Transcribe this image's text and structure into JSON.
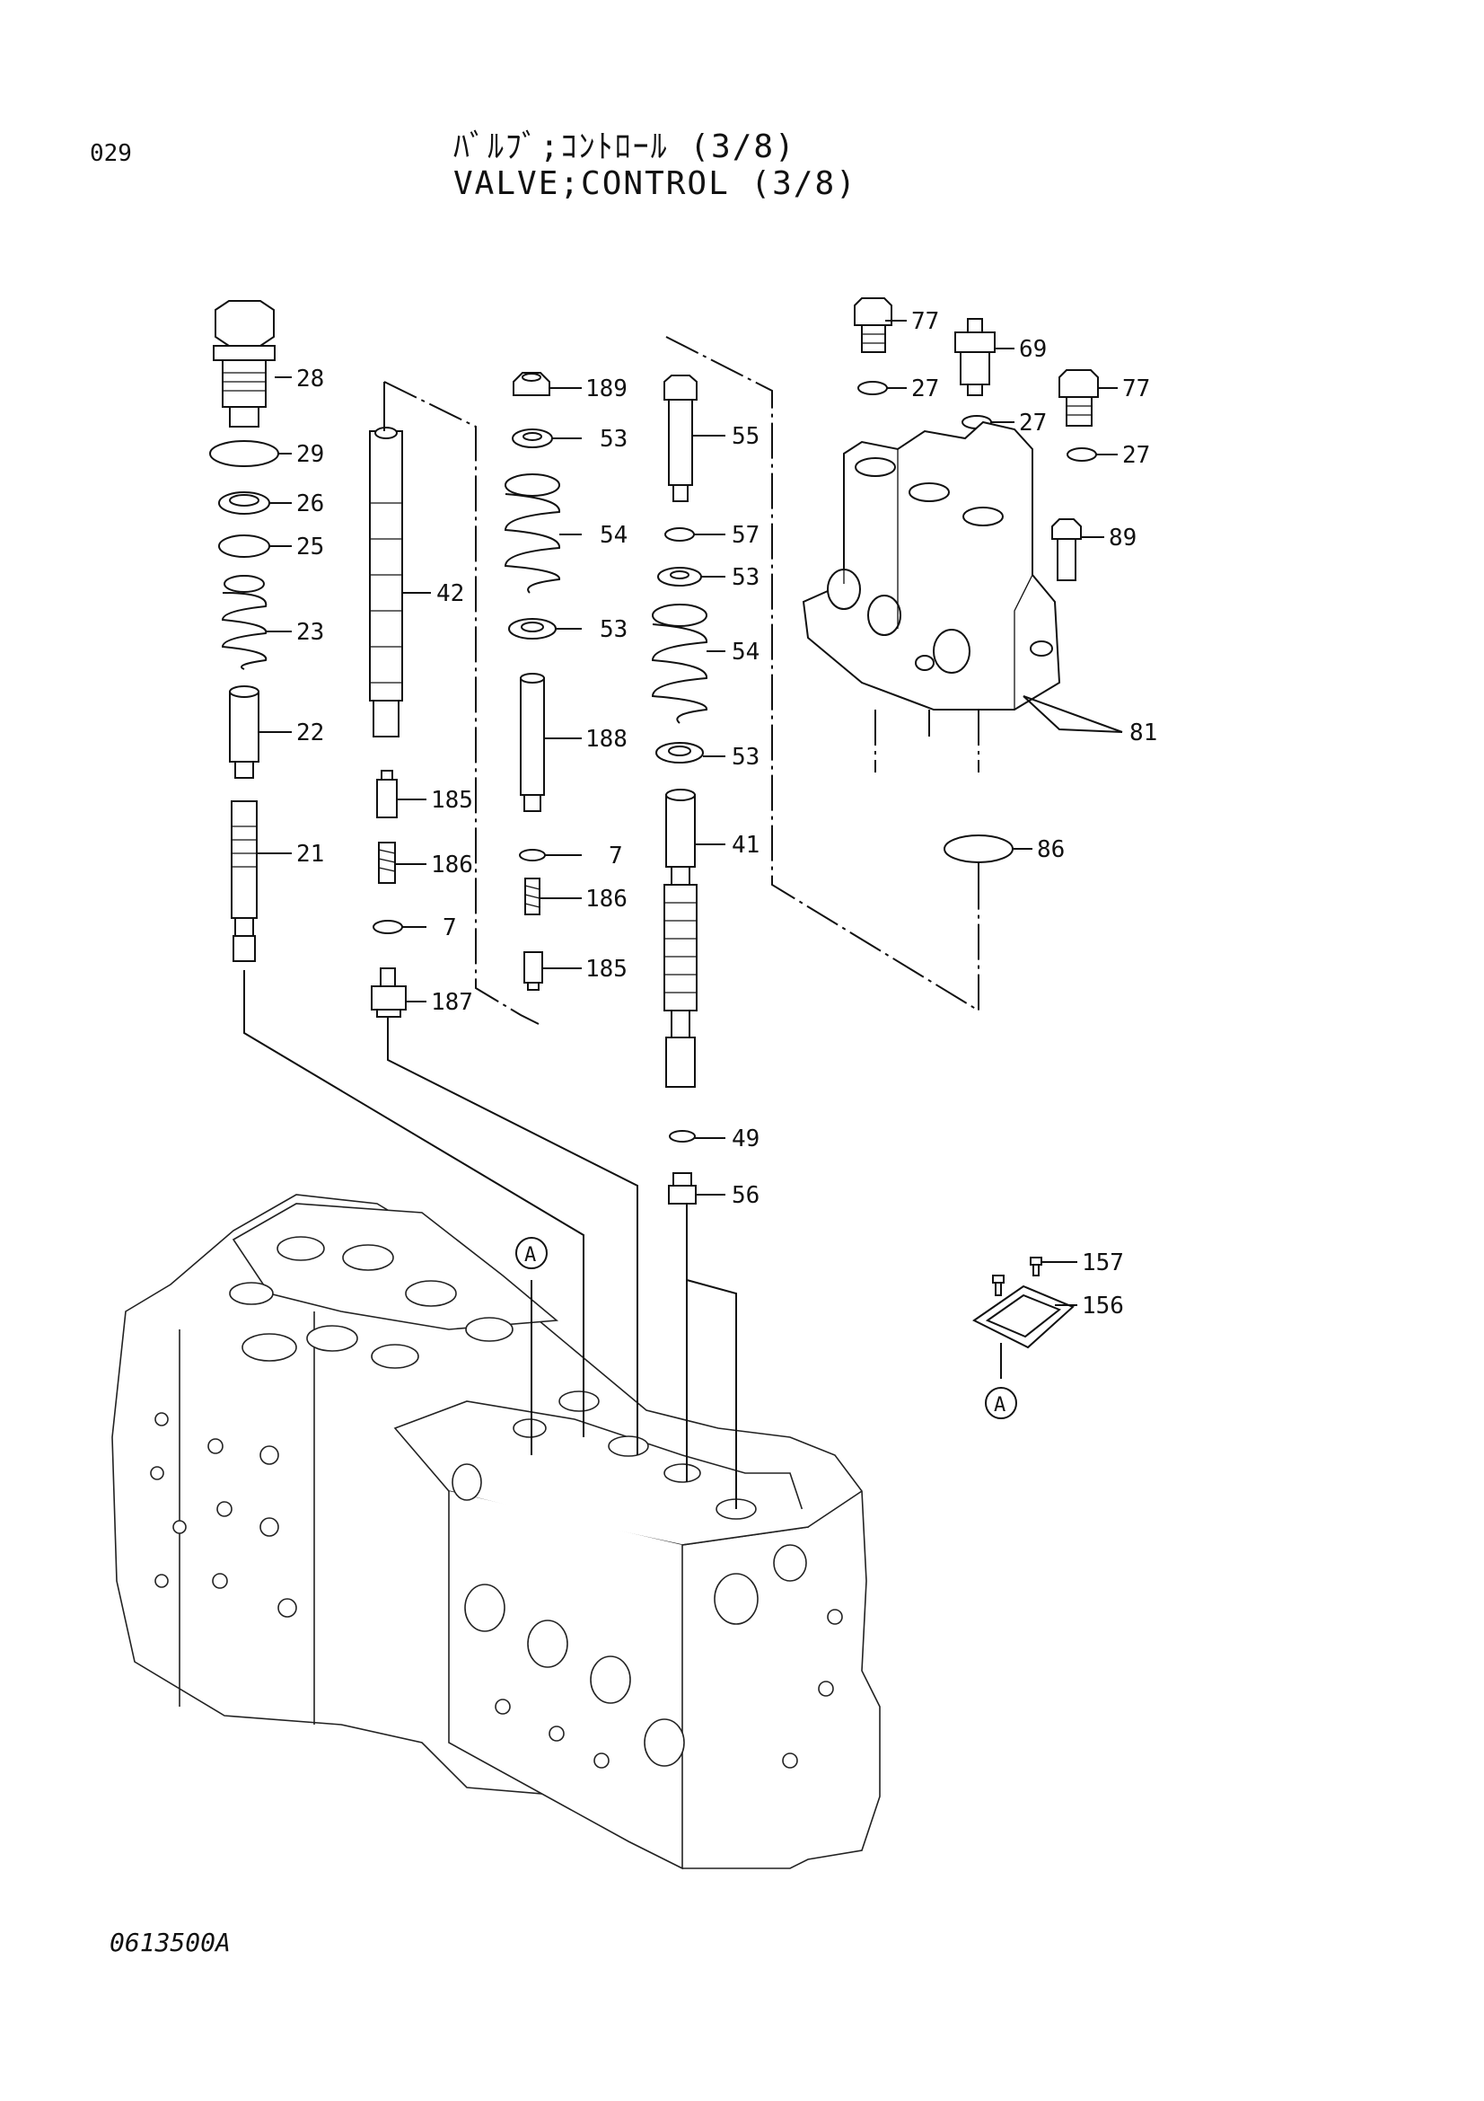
{
  "header": {
    "page_number": "029",
    "title_jp": "ﾊﾞﾙﾌﾞ;ｺﾝﾄﾛｰﾙ (3/8)",
    "title_en": "VALVE;CONTROL (3/8)"
  },
  "footer": {
    "drawing_code": "0613500A"
  },
  "reference_marker": "A",
  "part_labels": {
    "p28": "28",
    "p29": "29",
    "p26": "26",
    "p25": "25",
    "p23": "23",
    "p22": "22",
    "p21": "21",
    "p42": "42",
    "p185a": "185",
    "p186a": "186",
    "p7a": "7",
    "p187": "187",
    "p189": "189",
    "p53a": "53",
    "p54a": "54",
    "p53b": "53",
    "p188": "188",
    "p7b": "7",
    "p186b": "186",
    "p185b": "185",
    "p55": "55",
    "p57": "57",
    "p53c": "53",
    "p54b": "54",
    "p53d": "53",
    "p41": "41",
    "p49": "49",
    "p56": "56",
    "p77a": "77",
    "p27a": "27",
    "p69": "69",
    "p27b": "27",
    "p77b": "77",
    "p27c": "27",
    "p89": "89",
    "p81": "81",
    "p86": "86",
    "p157": "157",
    "p156": "156"
  }
}
